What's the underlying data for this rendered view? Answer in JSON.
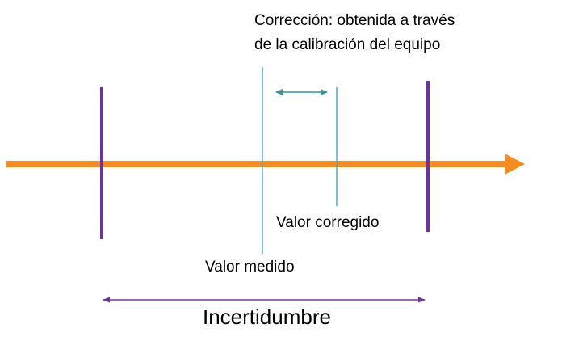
{
  "labels": {
    "correction_line1": "Corrección: obtenida a través",
    "correction_line2": "de la calibración del equipo",
    "corrected_value": "Valor corregido",
    "measured_value": "Valor medido",
    "uncertainty": "Incertidumbre"
  },
  "colors": {
    "main_axis": "#F68B1F",
    "uncertainty_bounds": "#7030A0",
    "measured_and_corrected_lines": "#4BACC6",
    "correction_arrow": "#31949F",
    "text": "#000000"
  }
}
